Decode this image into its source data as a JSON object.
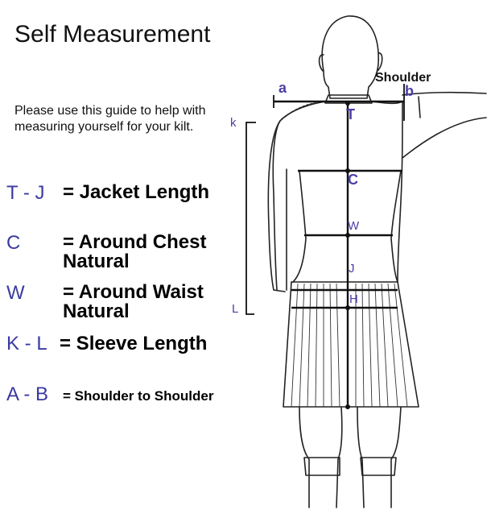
{
  "title": "Self Measurement",
  "intro": "Please use this guide to help with measuring yourself for your kilt.",
  "legend": [
    {
      "code": "T - J",
      "desc": "= Jacket Length"
    },
    {
      "code": "C",
      "desc": "= Around Chest Natural"
    },
    {
      "code": "W",
      "desc": "= Around Waist Natural"
    },
    {
      "code": "K - L",
      "desc": "= Sleeve Length"
    },
    {
      "code": "A - B",
      "desc": "= Shoulder to Shoulder"
    }
  ],
  "figure": {
    "shoulder_label": "Shoulder",
    "points": {
      "a": "a",
      "b": "b",
      "k": "k",
      "l": "L",
      "t": "T",
      "c": "C",
      "w": "W",
      "j": "J",
      "h": "H"
    }
  },
  "colors": {
    "label": "#4a3fa8",
    "text": "#111111",
    "line": "#222222"
  }
}
